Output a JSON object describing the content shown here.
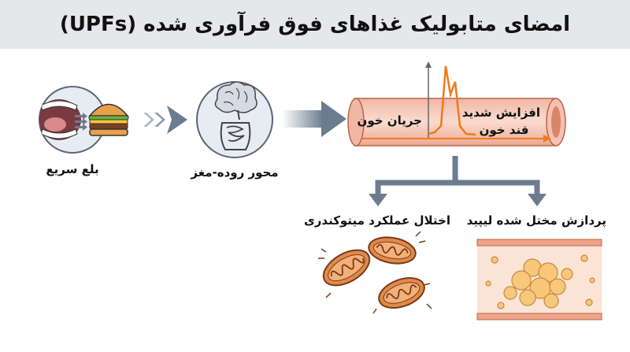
{
  "title": "امضای متابولیک غذاهای فوق فرآوری شده (UPFs)",
  "labels": {
    "rapid_swallow": "بلع سریع",
    "gut_brain_axis": "محور روده-مغز",
    "blood_flow": "جریان خون",
    "glucose_spike_line1": "افزایش شدید",
    "glucose_spike_line2": "قند خون",
    "mitochondrial_dysfunction": "اختلال عملکرد میتوکندری",
    "lipid_processing": "پردازش مختل شده لیپید"
  },
  "colors": {
    "header_bg": "#e6e7eb",
    "arrow_slate": "#6b7c90",
    "vessel_pink": "#f4c9b8",
    "vessel_edge": "#d9856a",
    "spike_orange": "#f07a1a",
    "mito_orange": "#e08a4a",
    "fat_yellow": "#f7c77a"
  }
}
